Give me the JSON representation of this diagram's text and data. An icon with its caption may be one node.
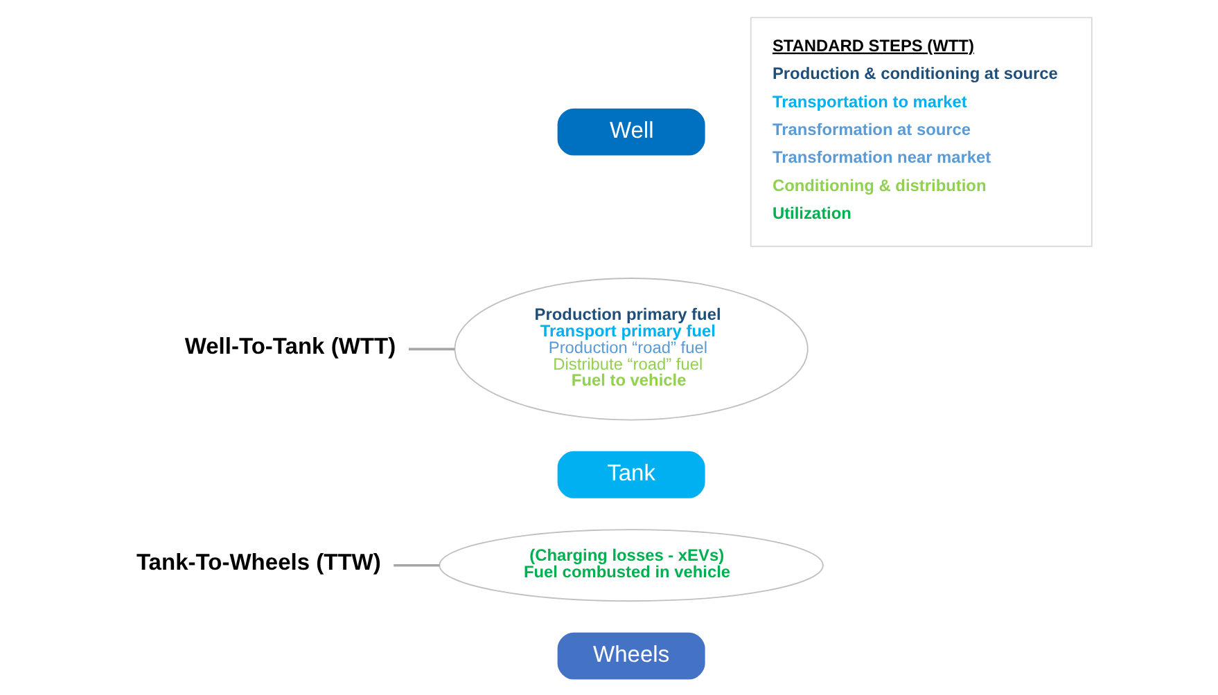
{
  "diagram": {
    "nodes": [
      {
        "text": [
          "Well"
        ]
      },
      {
        "text": [
          "Production primary fuel",
          "Transport primary fuel",
          "Production “road” fuel",
          "Distribute “road” fuel",
          "Fuel to vehicle"
        ]
      },
      {
        "text": [
          "Tank"
        ]
      },
      {
        "text": [
          "(Charging losses - xEVs)",
          "Fuel combusted in vehicle"
        ]
      },
      {
        "text": [
          "Wheels"
        ]
      },
      {
        "text": [
          "Well-To-Tank (WTT)"
        ]
      },
      {
        "text": [
          "Tank-To-Wheels (TTW)"
        ]
      },
      {
        "text": [
          "STANDARD STEPS (WTT)",
          "Production & conditioning at source",
          "Transportation to market",
          "Transformation at source",
          "Transformation near market",
          "Conditioning & distribution",
          "Utilization"
        ]
      }
    ],
    "edges": [
      {
        "from": 5,
        "to": 1,
        "arrow": "none"
      },
      {
        "from": 6,
        "to": 3,
        "arrow": "none"
      }
    ]
  }
}
